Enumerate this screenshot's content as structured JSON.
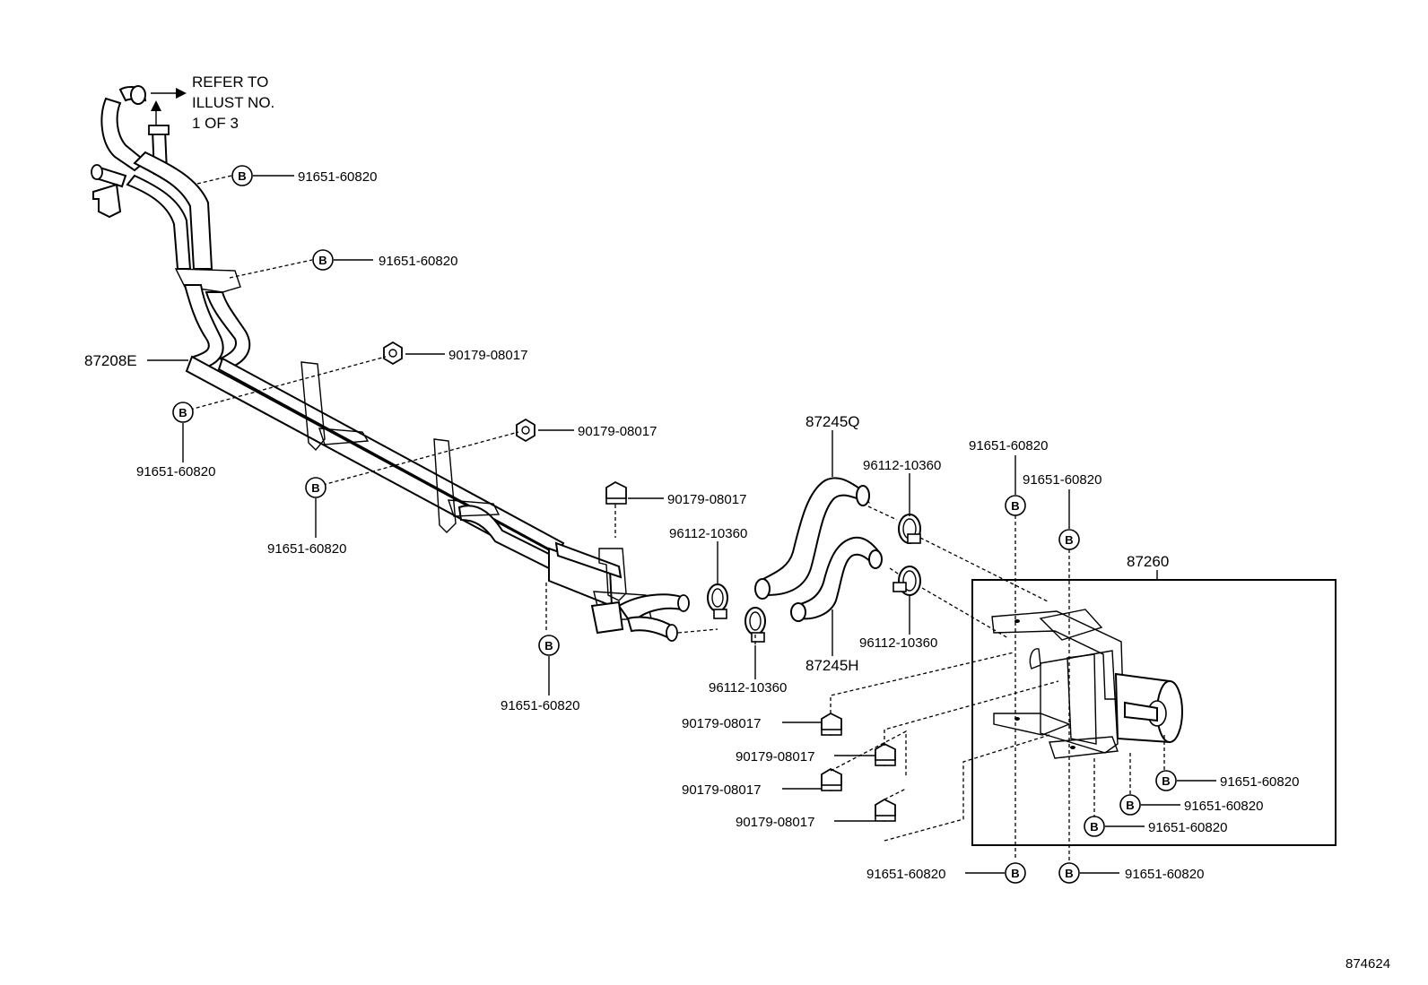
{
  "refer_note": [
    "REFER TO",
    "ILLUST NO.",
    "1 OF 3"
  ],
  "badge_letter": "B",
  "parts": {
    "pipe_assembly": "87208E",
    "hose_upper": "87245Q",
    "hose_lower": "87245H",
    "valve_assembly": "87260",
    "clamp": "91651-60820",
    "nut": "90179-08017",
    "hose_clip": "96112-10360"
  },
  "illustration_number": "874624"
}
